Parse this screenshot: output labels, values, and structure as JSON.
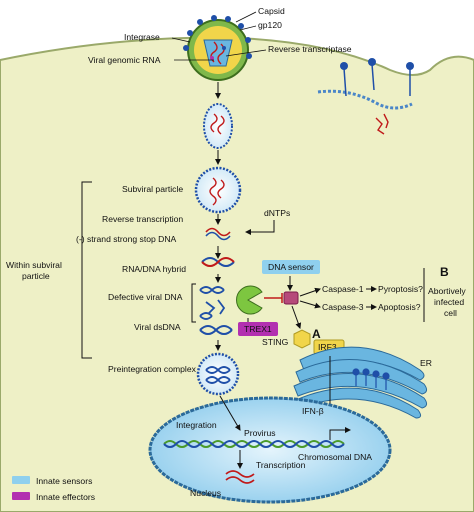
{
  "virion_labels": {
    "capsid": "Capsid",
    "gp120": "gp120",
    "integrase": "Integrase",
    "reverse_transcriptase": "Reverse transcriptase",
    "viral_genomic_rna": "Viral genomic RNA"
  },
  "steps": {
    "subviral_particle": "Subviral particle",
    "reverse_transcription": "Reverse transcription",
    "dntps": "dNTPs",
    "strand_stop": "(-) strand strong stop DNA",
    "rna_dna_hybrid": "RNA/DNA hybrid",
    "defective_viral_dna": "Defective viral DNA",
    "viral_dsdna": "Viral dsDNA",
    "preintegration_complex": "Preintegration complex",
    "integration": "Integration",
    "provirus": "Provirus",
    "transcription": "Transcription",
    "nucleus": "Nucleus",
    "chromosomal_dna": "Chromosomal DNA",
    "er": "ER",
    "ifn_beta": "IFN-β"
  },
  "bracket_label_line1": "Within subviral",
  "bracket_label_line2": "particle",
  "sensing": {
    "dna_sensor": "DNA sensor",
    "trex1": "TREX1",
    "sting": "STING",
    "irf3": "IRF3",
    "caspase1": "Caspase-1",
    "pyroptosis": "Pyroptosis?",
    "caspase3": "Caspase-3",
    "apoptosis": "Apoptosis?",
    "panel_a": "A",
    "panel_b": "B",
    "abortive_line1": "Abortively",
    "abortive_line2": "infected",
    "abortive_line3": "cell"
  },
  "legend": {
    "innate_sensors": "Innate sensors",
    "innate_effectors": "Innate effectors"
  },
  "colors": {
    "cell_fill": "#eef0c6",
    "nucleus_fill": "#bfe3f6",
    "sensor_blue": "#8fd0ee",
    "effector_magenta": "#b230b0",
    "dna_blue": "#1f4fa8",
    "rna_red": "#c01a1a",
    "dna_green": "#4a9a2a"
  }
}
